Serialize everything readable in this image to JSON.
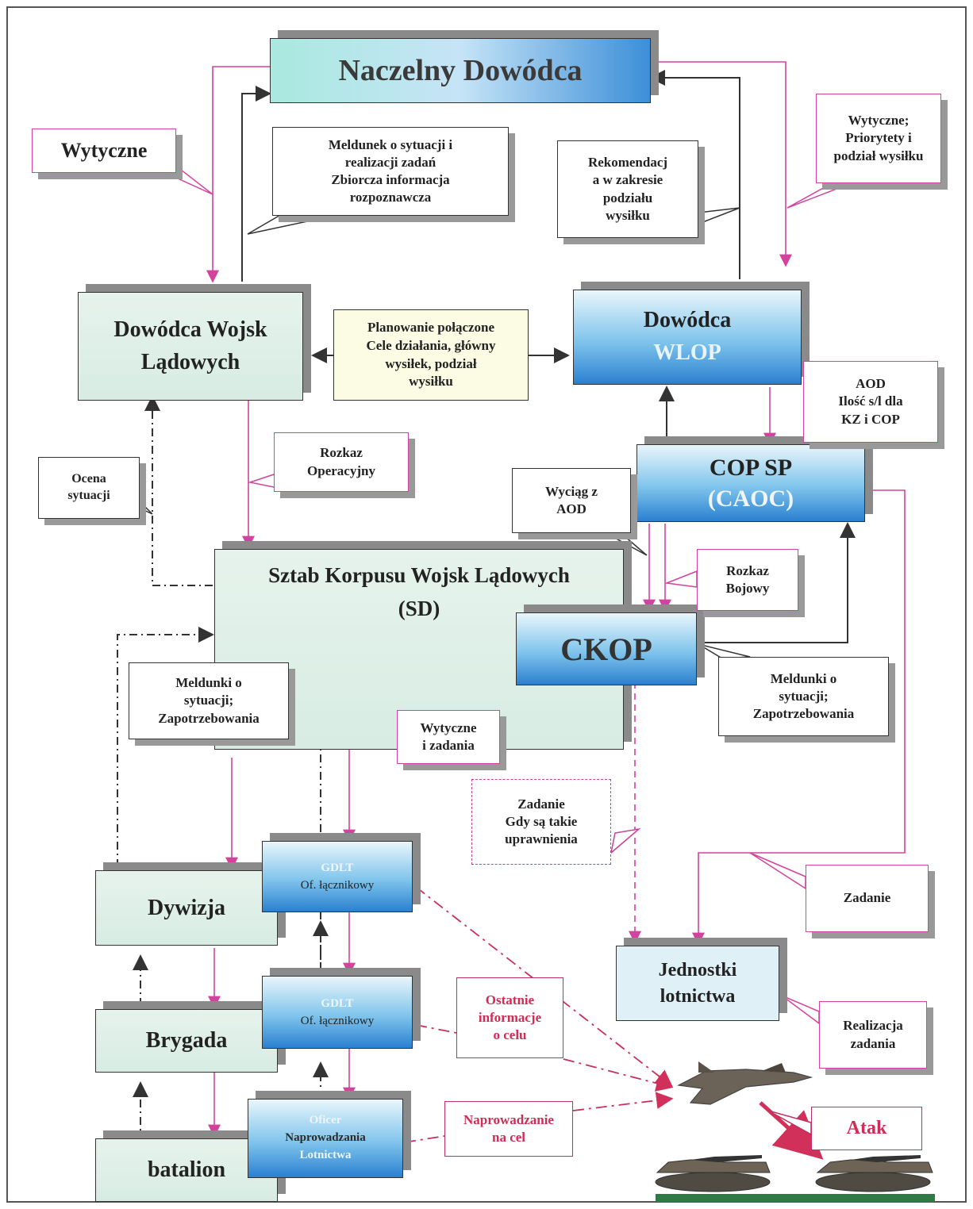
{
  "nodes": {
    "naczelny": "Naczelny Dowódca",
    "dowodca_wl_1": "Dowódca Wojsk",
    "dowodca_wl_2": "Lądowych",
    "dowodca_wlop_1": "Dowódca",
    "dowodca_wlop_2": "WLOP",
    "cop_1": "COP SP",
    "cop_2": "(CAOC)",
    "sztab_1": "Sztab Korpusu Wojsk Lądowych",
    "sztab_2": "(SD)",
    "ckop": "CKOP",
    "dywizja": "Dywizja",
    "brygada": "Brygada",
    "batalion": "batalion",
    "gdlt1_1": "GDLT",
    "gdlt1_2": "Of. łącznikowy",
    "gdlt2_1": "GDLT",
    "gdlt2_2": "Of. łącznikowy",
    "officer_1": "Oficer",
    "officer_2": "Naprowadzania",
    "officer_3": "Lotnictwa",
    "jednostki_1": "Jednostki",
    "jednostki_2": "lotnictwa"
  },
  "callouts": {
    "wytyczne_left": "Wytyczne",
    "meldunek": [
      "Meldunek o sytuacji i",
      "realizacji zadań",
      "Zbiorcza informacja",
      "rozpoznawcza"
    ],
    "rekomendacja": [
      "Rekomendacj",
      "a w zakresie",
      "podziału",
      "wysiłku"
    ],
    "wytyczne_right": [
      "Wytyczne;",
      "Priorytety i",
      "podział wysiłku"
    ],
    "planowanie": [
      "Planowanie połączone",
      "Cele działania, główny",
      "wysiłek, podział",
      "wysiłku"
    ],
    "aod": [
      "AOD",
      "Ilość s/l dla",
      "KZ i COP"
    ],
    "rozkaz_op": [
      "Rozkaz",
      "Operacyjny"
    ],
    "ocena": [
      "Ocena",
      "sytuacji"
    ],
    "wyciag": [
      "Wyciąg z",
      "AOD"
    ],
    "rozkaz_bojowy": [
      "Rozkaz",
      "Bojowy"
    ],
    "meldunki_left": [
      "Meldunki o",
      "sytuacji;",
      "Zapotrzebowania"
    ],
    "meldunki_right": [
      "Meldunki o",
      "sytuacji;",
      "Zapotrzebowania"
    ],
    "wytyczne_zadania": [
      "Wytyczne",
      "i zadania"
    ],
    "zadanie_dashed": [
      "Zadanie",
      "Gdy są takie",
      "uprawnienia"
    ],
    "zadanie": "Zadanie",
    "realizacja": [
      "Realizacja",
      "zadania"
    ],
    "ostatnie": [
      "Ostatnie",
      "informacje",
      "o celu"
    ],
    "naprowadzanie": [
      "Naprowadzanie",
      "na cel"
    ],
    "atak": "Atak"
  },
  "colors": {
    "magenta": "#d3439e",
    "dark": "#333333",
    "red_dash": "#c8305a"
  }
}
